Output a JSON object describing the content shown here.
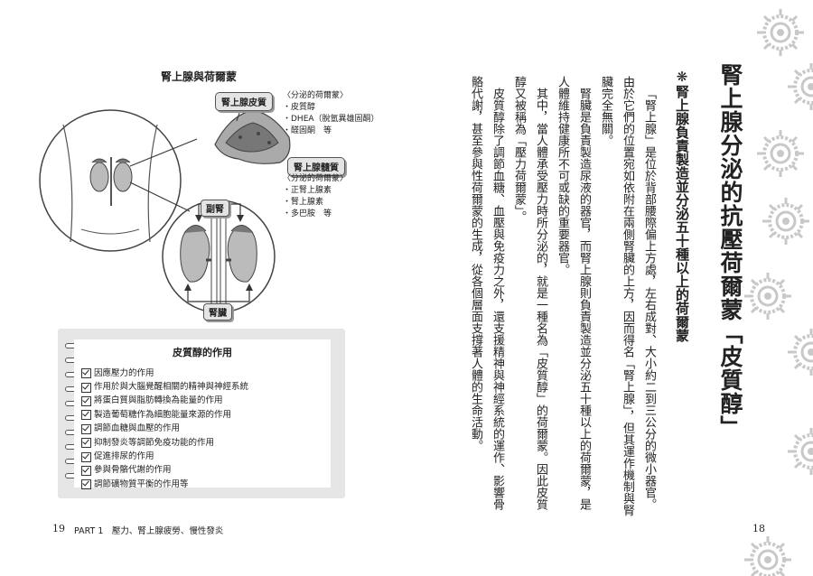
{
  "left_page": {
    "diagram": {
      "title": "腎上腺與荷爾蒙",
      "cortex_label": "腎上腺皮質",
      "cortex_hormones_header": "〈分泌的荷爾蒙〉",
      "cortex_hormones": [
        "・皮質醇",
        "・DHEA（脫氫異雄固酮）",
        "・醛固酮　等"
      ],
      "medulla_label": "腎上腺髓質",
      "medulla_hormones_header": "〈分泌的荷爾蒙〉",
      "medulla_hormones": [
        "・正腎上腺素",
        "・腎上腺素",
        "・多巴胺　等"
      ],
      "adrenal_label": "副腎",
      "kidney_label": "腎臟"
    },
    "notepad": {
      "title": "皮質醇的作用",
      "items": [
        "因應壓力的作用",
        "作用於與大腦覺醒相關的精神與神經系統",
        "將蛋白質與脂肪轉換為能量的作用",
        "製造葡萄糖作為細胞能量來源的作用",
        "調節血糖與血壓的作用",
        "抑制發炎等調節免疫功能的作用",
        "促進排尿的作用",
        "參與骨骼代謝的作用",
        "調節礦物質平衡的作用等"
      ]
    },
    "page_number": "19",
    "footer": "PART 1　壓力、腎上腺疲勞、慢性發炎"
  },
  "right_page": {
    "title": "腎上腺分泌的抗壓荷爾蒙「皮質醇」",
    "subheading_symbol": "❋",
    "subheading": "腎上腺負責製造並分泌五十種以上的荷爾蒙",
    "paragraph_columns": [
      "「腎上腺」是位於背部腰際偏上方處，左右成對、大小約二到三公分的微小器官。",
      "由於它們的位置宛如依附在兩側腎臟的上方，因而得名「腎上腺」，但其運作機制與腎",
      "臟完全無關。",
      "腎臟是負責製造尿液的器官，而腎上腺則負責製造並分泌五十種以上的荷爾蒙，是",
      "人體維持健康所不可或缺的重要器官。",
      "其中，當人體承受壓力時所分泌的，就是一種名為「皮質醇」的荷爾蒙。因此皮質",
      "醇又被稱為「壓力荷爾蒙」。",
      "皮質醇除了調節血糖、血壓與免疫力之外，還支援精神與神經系統的運作、影響骨",
      "骼代謝，甚至參與性荷爾蒙的生成，從各個層面支撐著人體的生命活動。"
    ],
    "page_number": "18"
  },
  "colors": {
    "text": "#222222",
    "ornament": "#c8c8c8",
    "notepad": "#e6e6e6"
  },
  "decoration_icons": [
    "mandala-flower-icon"
  ]
}
